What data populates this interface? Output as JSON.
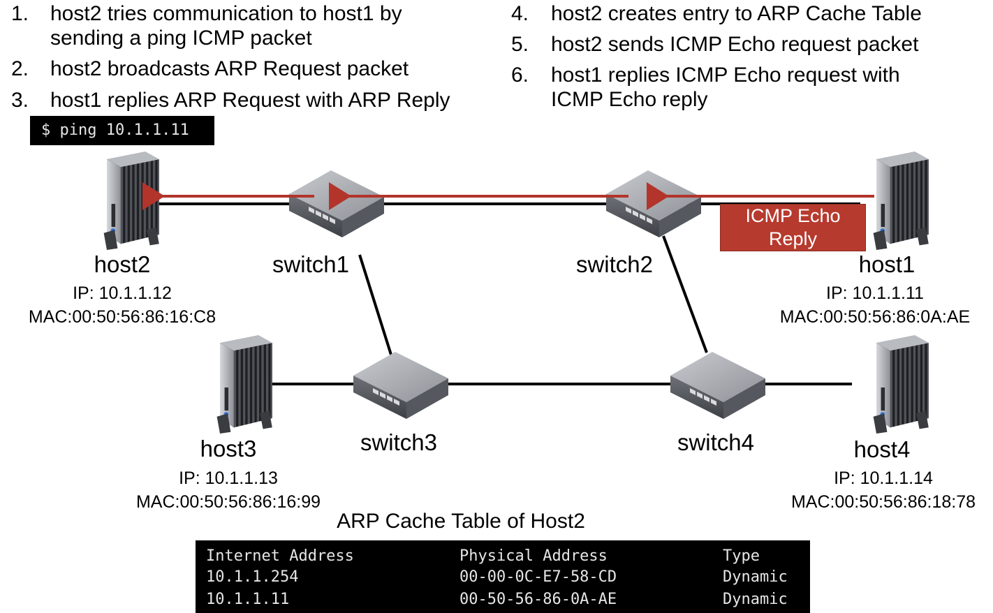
{
  "steps": [
    {
      "num": "1.",
      "line1": "host2 tries communication to host1 by",
      "line2": "sending a ping ICMP packet"
    },
    {
      "num": "2.",
      "line1": "host2 broadcasts ARP Request packet"
    },
    {
      "num": "3.",
      "line1": "host1 replies ARP Request with ARP Reply"
    },
    {
      "num": "4.",
      "line1": "host2 creates entry to ARP Cache Table"
    },
    {
      "num": "5.",
      "line1": "host2 sends ICMP Echo request packet"
    },
    {
      "num": "6.",
      "line1": "host1 replies ICMP Echo request with",
      "line2": "ICMP Echo reply"
    }
  ],
  "command": "$ ping 10.1.1.11",
  "hosts": {
    "host2": {
      "name": "host2",
      "ip": "IP: 10.1.1.12",
      "mac": "MAC:00:50:56:86:16:C8"
    },
    "host1": {
      "name": "host1",
      "ip": "IP: 10.1.1.11",
      "mac": "MAC:00:50:56:86:0A:AE"
    },
    "host3": {
      "name": "host3",
      "ip": "IP: 10.1.1.13",
      "mac": "MAC:00:50:56:86:16:99"
    },
    "host4": {
      "name": "host4",
      "ip": "IP: 10.1.1.14",
      "mac": "MAC:00:50:56:86:18:78"
    }
  },
  "switches": {
    "switch1": "switch1",
    "switch2": "switch2",
    "switch3": "switch3",
    "switch4": "switch4"
  },
  "callout": {
    "line1": "ICMP Echo",
    "line2": "Reply"
  },
  "colors": {
    "arrow": "#b3342a",
    "callout": "#b73a2e",
    "terminal_bg": "#000000"
  },
  "arp_table": {
    "title": "ARP Cache Table of Host2",
    "headers": [
      "Internet Address",
      "Physical Address",
      "Type"
    ],
    "rows": [
      [
        "10.1.1.254",
        "00-00-0C-E7-58-CD",
        "Dynamic"
      ],
      [
        "10.1.1.11",
        "00-50-56-86-0A-AE",
        "Dynamic"
      ]
    ]
  }
}
